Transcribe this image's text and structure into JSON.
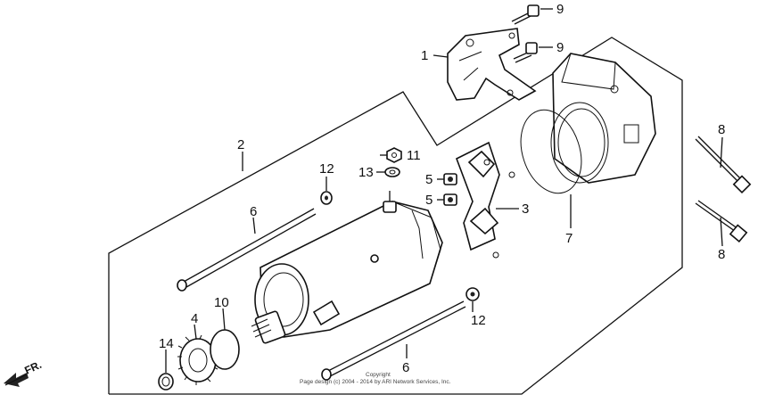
{
  "callouts": {
    "c1": "1",
    "c2": "2",
    "c3": "3",
    "c4": "4",
    "c5a": "5",
    "c5b": "5",
    "c6a": "6",
    "c6b": "6",
    "c7": "7",
    "c8a": "8",
    "c8b": "8",
    "c9a": "9",
    "c9b": "9",
    "c10": "10",
    "c11": "11",
    "c12a": "12",
    "c12b": "12",
    "c13": "13",
    "c14": "14"
  },
  "direction_label": "FR.",
  "copyright": {
    "line1": "Copyright",
    "line2": "Page design (c) 2004 - 2014 by ARI Network Services, Inc."
  }
}
